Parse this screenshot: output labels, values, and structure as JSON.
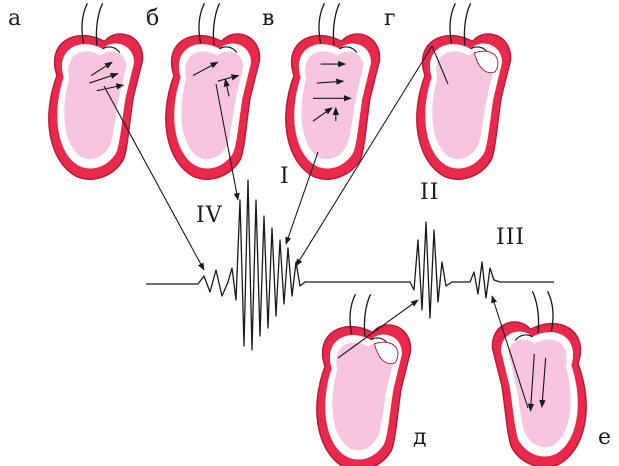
{
  "labels": {
    "a": "а",
    "b": "б",
    "v": "в",
    "g": "г",
    "d": "д",
    "e": "е",
    "tone_I": "I",
    "tone_II": "II",
    "tone_III": "III",
    "tone_IV": "IV"
  },
  "colors": {
    "myocardium": "#e8294b",
    "myocardium_edge": "#b51a35",
    "inner_white": "#ffffff",
    "cavity": "#f7c6de",
    "ink": "#1a1a1a"
  }
}
